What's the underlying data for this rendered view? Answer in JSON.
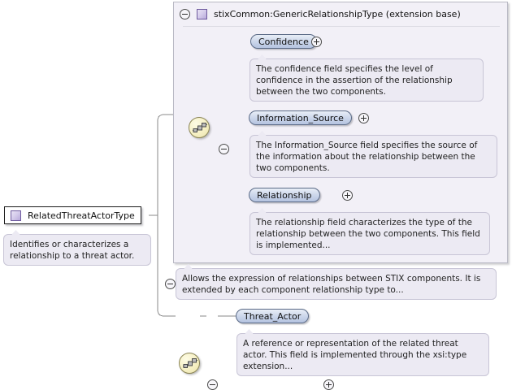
{
  "diagram": {
    "kind": "xsd-schema-tree",
    "root": {
      "name": "RelatedThreatActorType",
      "icon": "complex-type-square-icon",
      "toggle": "minus",
      "annotation": "Identifies or characterizes a relationship to a threat actor."
    },
    "extension_base": {
      "title": "stixCommon:GenericRelationshipType (extension base)",
      "icon": "complex-type-square-icon",
      "toggle": "minus",
      "compositor": "sequence",
      "annotation": "Allows the expression of relationships between STIX components. It is extended by each component relationship type to...",
      "elements": [
        {
          "name": "Confidence",
          "toggle": "plus",
          "annotation": "The confidence field specifies the level of confidence in the assertion of the relationship between the two components."
        },
        {
          "name": "Information_Source",
          "toggle": "plus",
          "annotation": "The Information_Source field specifies the source of the information about the relationship between the two components."
        },
        {
          "name": "Relationship",
          "toggle": "plus",
          "annotation": "The relationship field characterizes the type of the relationship between the two components. This field is implemented..."
        }
      ]
    },
    "own_content": {
      "compositor": "sequence",
      "toggle": "minus",
      "elements": [
        {
          "name": "Threat_Actor",
          "toggle": "plus",
          "annotation": "A reference or representation of the related threat actor. This field is implemented through the xsi:type extension..."
        }
      ]
    }
  },
  "colors": {
    "element_fill": "#cfd9ec",
    "element_border": "#5a6a86",
    "container_fill": "#f2f0f7",
    "container_border": "#b9b9c4",
    "sequence_fill": "#f6f0c4",
    "sequence_border": "#8a8455",
    "type_square": "#b8a9da",
    "annotation_fill": "#eceaf3",
    "annotation_border": "#c8c5d6",
    "wire": "#8a8a8a"
  }
}
